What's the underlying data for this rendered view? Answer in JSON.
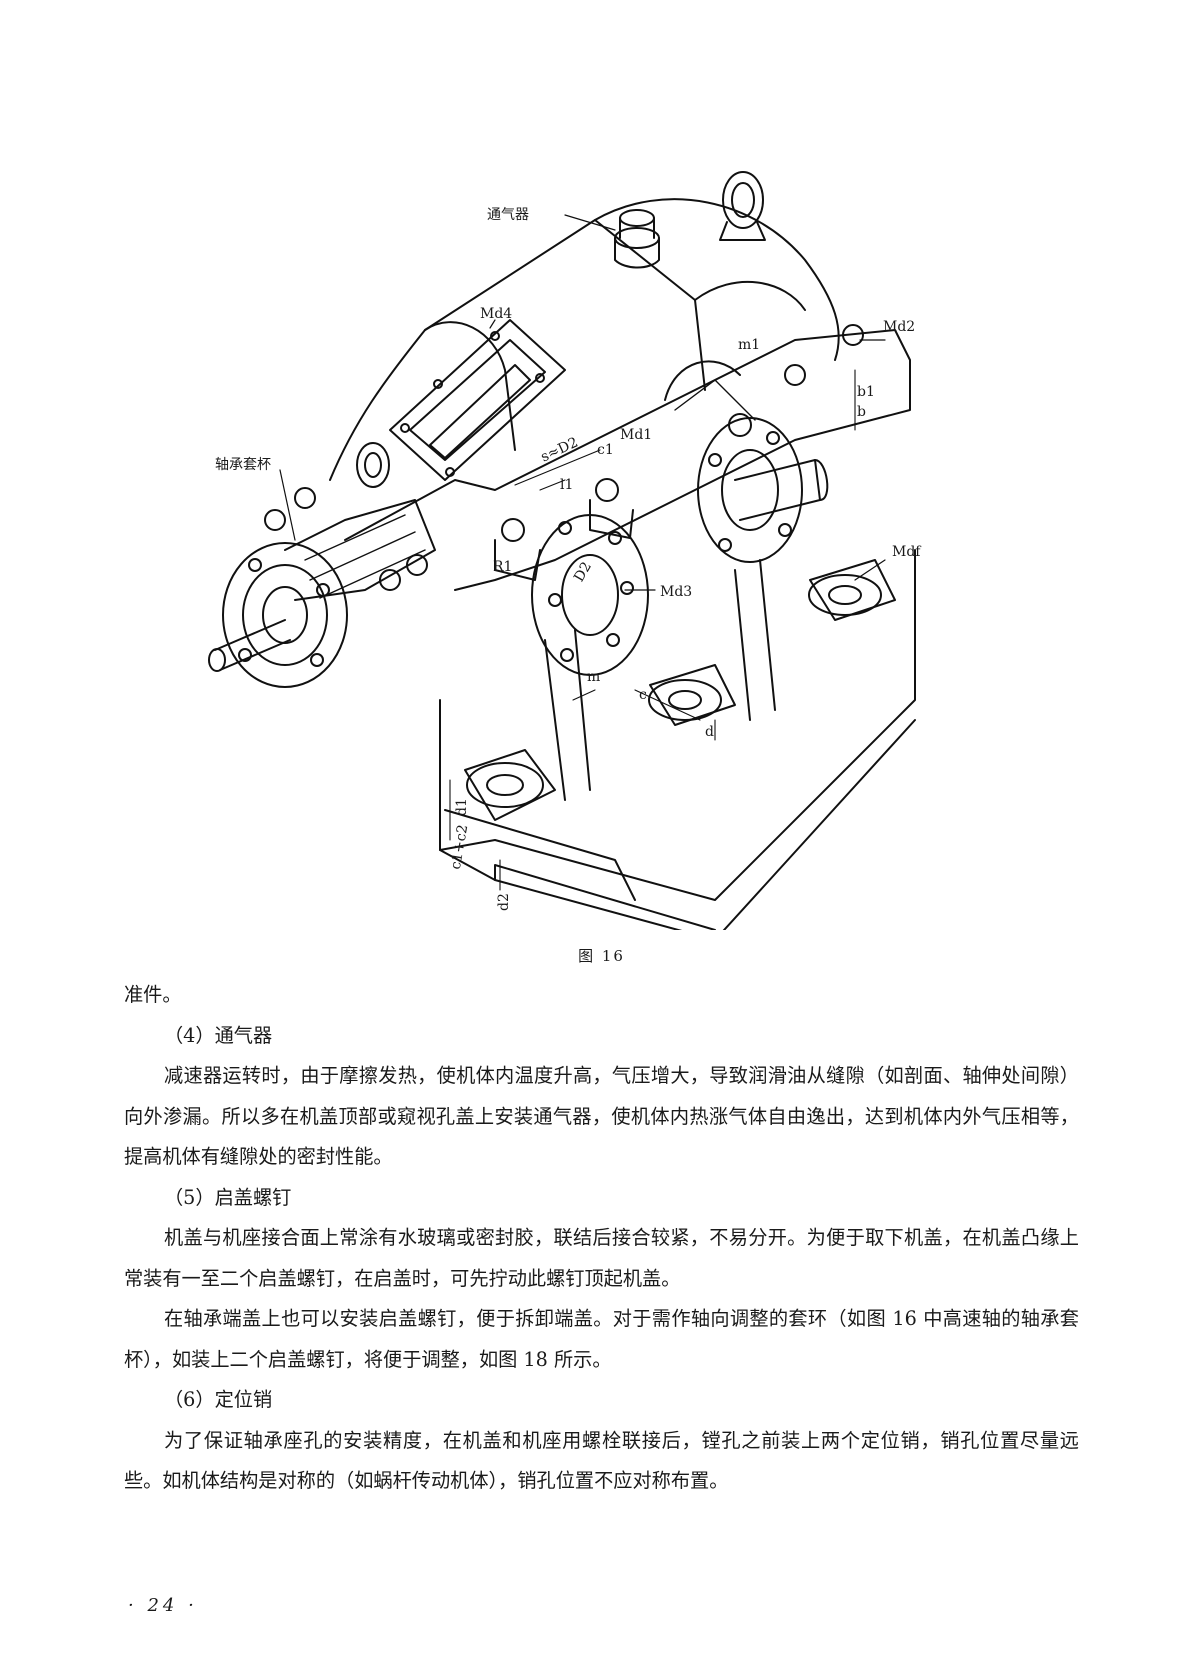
{
  "figure": {
    "labels": {
      "breather": "通气器",
      "md4": "Md4",
      "md2": "Md2",
      "m1": "m1",
      "md1": "Md1",
      "bearing_cup": "轴承套杯",
      "s_d2": "s≈D2",
      "c1": "c1",
      "l1": "l1",
      "r1": "R1",
      "d2": "D2",
      "md3": "Md3",
      "mdf": "Mdf",
      "m": "m",
      "c": "c",
      "d": "d",
      "b1": "b1",
      "b": "b",
      "d1": "d1",
      "c1c2": "c1+c2",
      "d2_small": "d2"
    },
    "caption": "图 16"
  },
  "text": {
    "p0": "准件。",
    "h4": "（4）通气器",
    "p4": "减速器运转时，由于摩擦发热，使机体内温度升高，气压增大，导致润滑油从缝隙（如剖面、轴伸处间隙）向外渗漏。所以多在机盖顶部或窥视孔盖上安装通气器，使机体内热涨气体自由逸出，达到机体内外气压相等，提高机体有缝隙处的密封性能。",
    "h5": "（5）启盖螺钉",
    "p5a": "机盖与机座接合面上常涂有水玻璃或密封胶，联结后接合较紧，不易分开。为便于取下机盖，在机盖凸缘上常装有一至二个启盖螺钉，在启盖时，可先拧动此螺钉顶起机盖。",
    "p5b": "在轴承端盖上也可以安装启盖螺钉，便于拆卸端盖。对于需作轴向调整的套环（如图 16 中高速轴的轴承套杯），如装上二个启盖螺钉，将便于调整，如图 18 所示。",
    "h6": "（6）定位销",
    "p6": "为了保证轴承座孔的安装精度，在机盖和机座用螺栓联接后，镗孔之前装上两个定位销，销孔位置尽量远些。如机体结构是对称的（如蜗杆传动机体），销孔位置不应对称布置。"
  },
  "page_number": "· 24 ·"
}
